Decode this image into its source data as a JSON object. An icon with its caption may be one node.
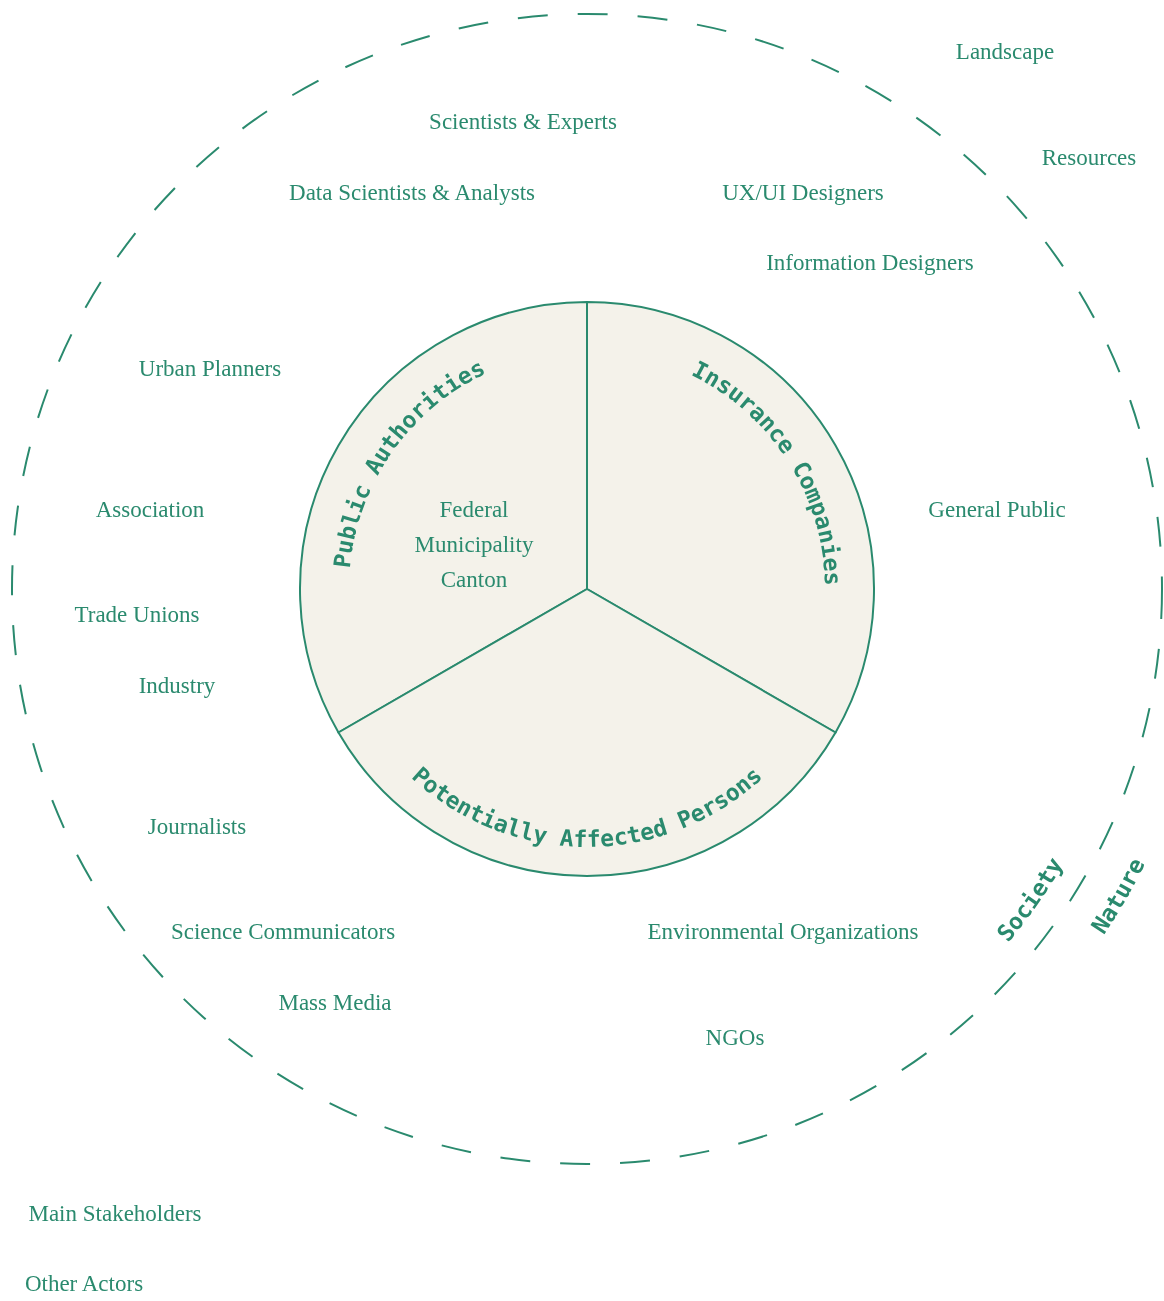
{
  "diagram": {
    "nodes": [
      {
        "text": [
          "Society"
        ]
      },
      {
        "text": [
          "Public Authorities",
          "Federal",
          "Municipality",
          "Canton"
        ],
        "in": 0
      },
      {
        "text": [
          "Insurance Companies"
        ],
        "in": 0
      },
      {
        "text": [
          "Potentially Affected Persons"
        ],
        "in": 0
      }
    ],
    "edges": [],
    "labels": [
      "Landscape",
      "Scientists & Experts",
      "Resources",
      "Data Scientists & Analysts",
      "UX/UI Designers",
      "Information Designers",
      "Urban Planners",
      "Association",
      "General Public",
      "Trade Unions",
      "Industry",
      "Journalists",
      "Nature",
      "Science Communicators",
      "Environmental Organizations",
      "Mass Media",
      "NGOs",
      "Main Stakeholders",
      "Other Actors"
    ]
  }
}
